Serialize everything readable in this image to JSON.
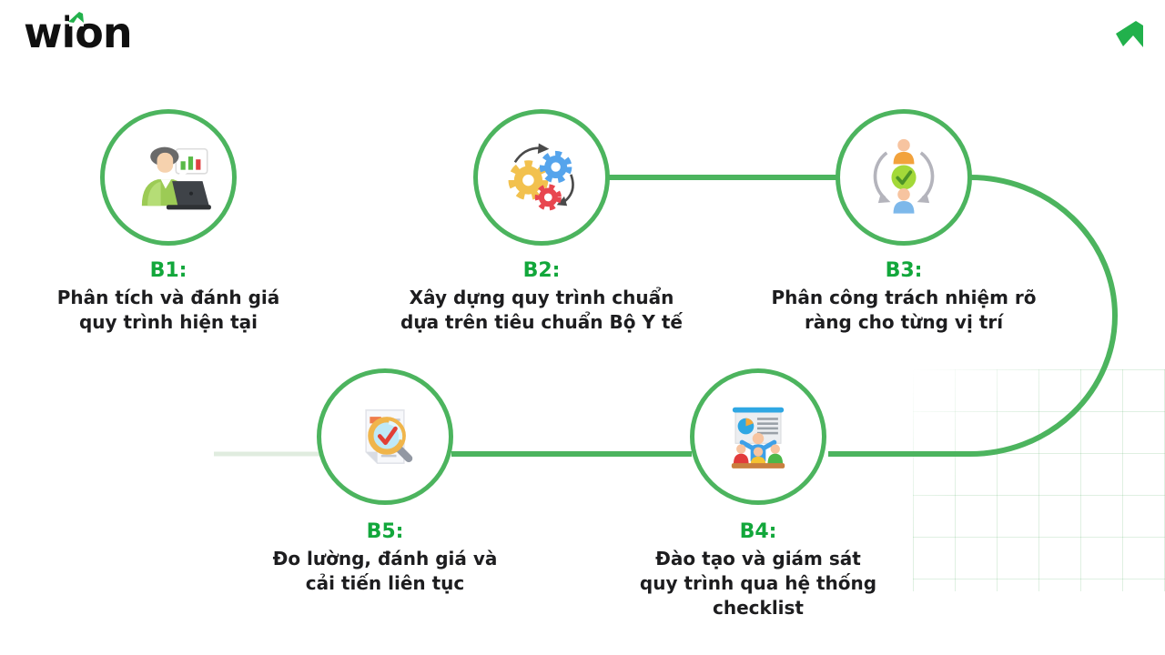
{
  "brand": {
    "logo_text": "wion",
    "logo_mark_icon": "green-arrow-mark",
    "corner_icon": "green-arrow-icon"
  },
  "steps": [
    {
      "id": "b1",
      "label": "B1:",
      "lines": [
        "Phân tích và đánh giá",
        "quy trình hiện tại"
      ],
      "icon": "analyst-laptop-chart-icon"
    },
    {
      "id": "b2",
      "label": "B2:",
      "lines": [
        "Xây dựng quy trình chuẩn",
        "dựa trên tiêu chuẩn Bộ Y tế"
      ],
      "icon": "three-gears-arrows-icon"
    },
    {
      "id": "b3",
      "label": "B3:",
      "lines": [
        "Phân công trách nhiệm rõ",
        "ràng cho từng vị trí"
      ],
      "icon": "people-sync-check-icon"
    },
    {
      "id": "b4",
      "label": "B4:",
      "lines": [
        "Đào tạo và giám sát",
        "quy trình qua hệ thống",
        "checklist"
      ],
      "icon": "training-presentation-icon"
    },
    {
      "id": "b5",
      "label": "B5:",
      "lines": [
        "Đo lường, đánh giá và",
        "cải tiến liên tục"
      ],
      "icon": "document-magnifier-check-icon"
    }
  ],
  "colors": {
    "accent_green": "#4cb45e",
    "label_green": "#12a73b",
    "text": "#1d1d1f",
    "grid_green": "#e4f3e6"
  }
}
